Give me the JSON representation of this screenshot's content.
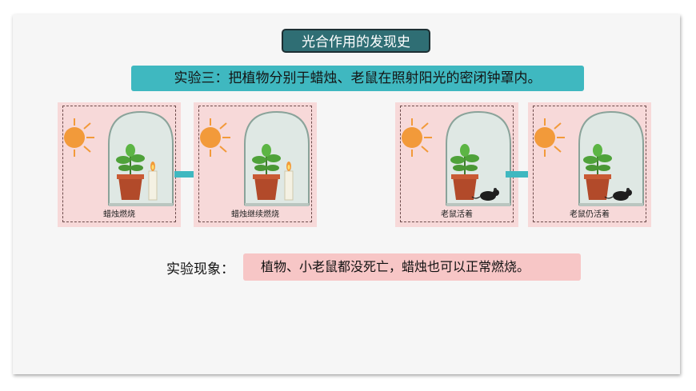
{
  "title": "光合作用的发现史",
  "subtitle": "实验三：把植物分别于蜡烛、老鼠在照射阳光的密闭钟罩内。",
  "panels": [
    {
      "caption": "蜡烛燃烧",
      "companion": "candle"
    },
    {
      "caption": "蜡烛继续燃烧",
      "companion": "candle"
    },
    {
      "caption": "老鼠活着",
      "companion": "mouse"
    },
    {
      "caption": "老鼠仍活着",
      "companion": "mouse"
    }
  ],
  "phenomenon": {
    "label": "实验现象：",
    "text": "植物、小老鼠都没死亡，蜡烛也可以正常燃烧。"
  },
  "colors": {
    "title_bg": "#2f6e74",
    "subtitle_bg": "#3fb8c0",
    "panel_bg": "#f7d9d9",
    "result_bg": "#f7c6c6",
    "arrow": "#3fb8c0"
  }
}
